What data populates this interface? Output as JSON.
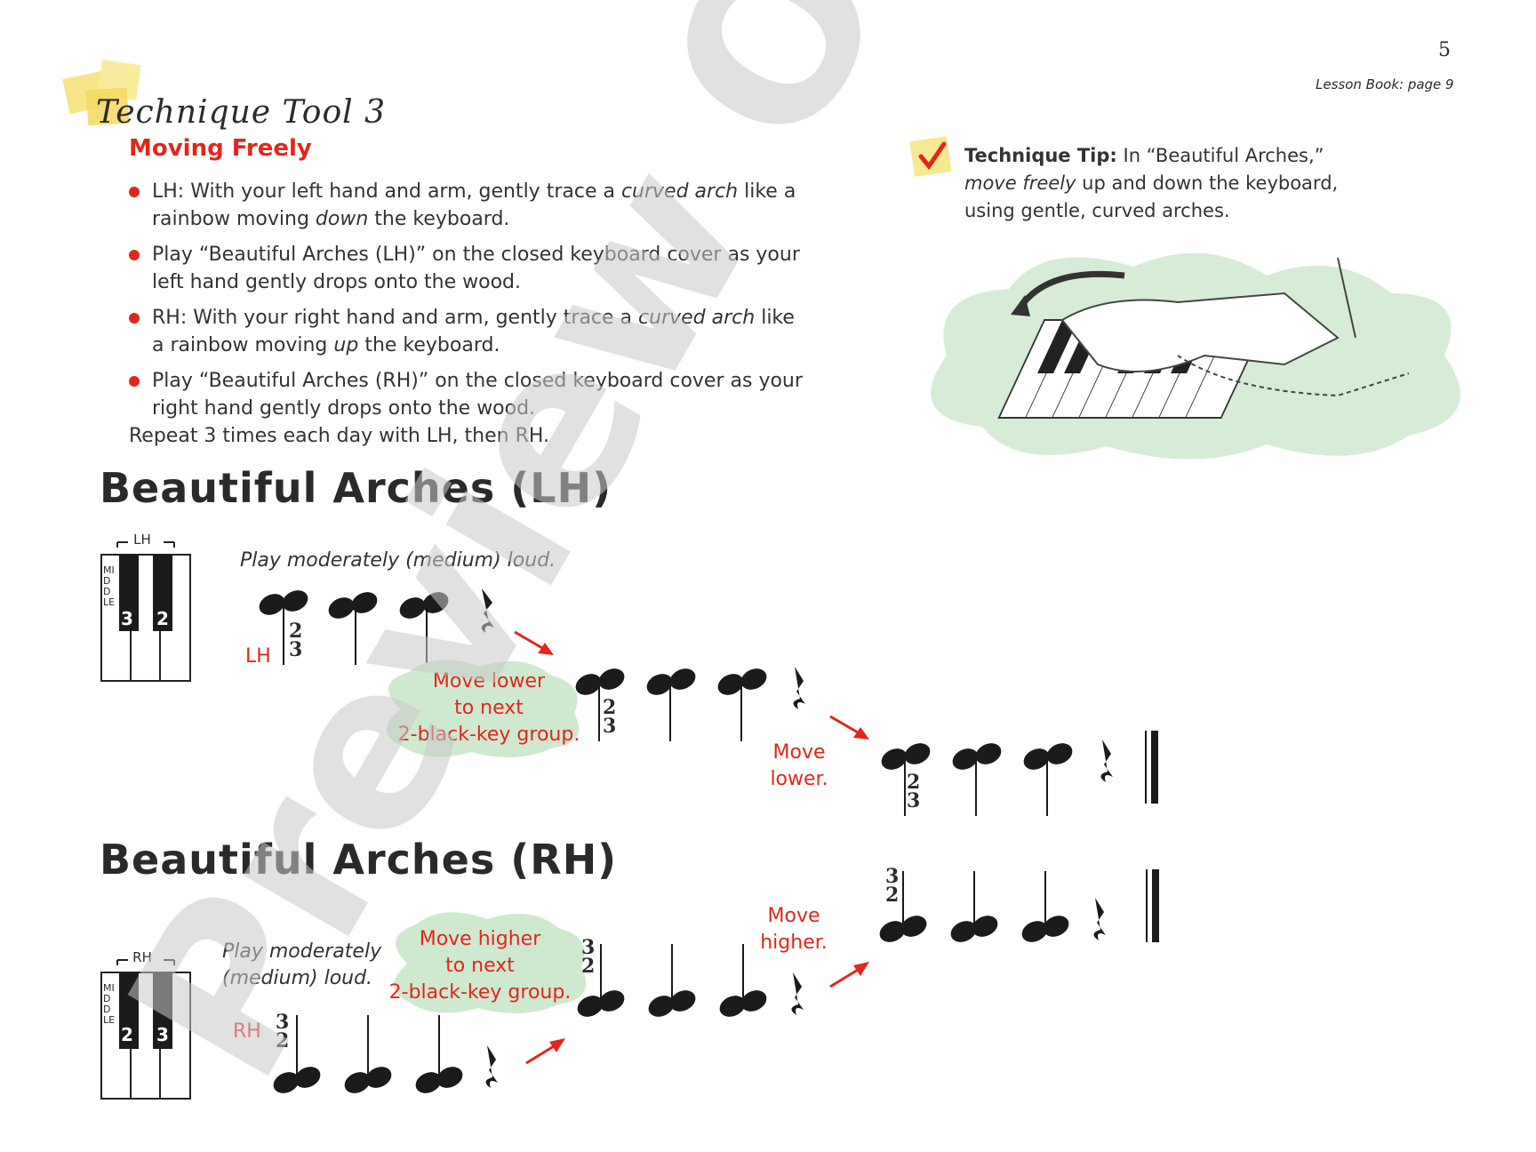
{
  "header": {
    "page_number": "5",
    "lesson_reference": "Lesson Book: page 9"
  },
  "technique": {
    "title": "Technique Tool 3",
    "subtitle": "Moving Freely",
    "bullets": [
      {
        "a": "LH: With your left hand and arm, gently trace a ",
        "em1": "curved arch",
        "b": " like a rainbow moving ",
        "em2": "down",
        "c": " the keyboard."
      },
      {
        "a": "Play “Beautiful Arches (LH)” on the closed keyboard cover as your left hand gently drops onto the wood."
      },
      {
        "a": "RH: With your right hand and arm, gently trace a ",
        "em1": "curved arch",
        "b": " like a rainbow moving ",
        "em2": "up",
        "c": " the keyboard."
      },
      {
        "a": "Play “Beautiful Arches (RH)” on the closed keyboard cover as your right hand gently drops onto the wood."
      }
    ],
    "repeat": "Repeat 3 times each day with LH, then RH."
  },
  "tip": {
    "label": "Technique Tip:",
    "text_a": "  In “Beautiful Arches,” ",
    "em": "move freely",
    "text_b": " up and down the keyboard, using gentle, curved arches."
  },
  "lh_piece": {
    "title": "Beautiful Arches (LH)",
    "keyboard_label": "LH",
    "middle_label": "MIDDLE",
    "finger_left": "3",
    "finger_right": "2",
    "instruction": "Play moderately (medium) loud.",
    "hand": "LH",
    "fingering_top": "2",
    "fingering_bottom": "3",
    "cloud_text": [
      "Move lower",
      "to next",
      "2-black-key group."
    ],
    "move_text": [
      "Move",
      "lower."
    ]
  },
  "rh_piece": {
    "title": "Beautiful Arches (RH)",
    "keyboard_label": "RH",
    "middle_label": "MIDDLE",
    "finger_left": "2",
    "finger_right": "3",
    "instruction_lines": [
      "Play moderately",
      "(medium) loud."
    ],
    "hand": "RH",
    "fingering_top": "3",
    "fingering_bottom": "2",
    "cloud_text": [
      "Move higher",
      "to next",
      "2-black-key group."
    ],
    "move_text": [
      "Move",
      "higher."
    ]
  },
  "watermark": "Preview Only",
  "colors": {
    "accent_red": "#e2261c",
    "cloud_green": "#cfe9cf",
    "watermark_gray": "#c8c8c8"
  }
}
